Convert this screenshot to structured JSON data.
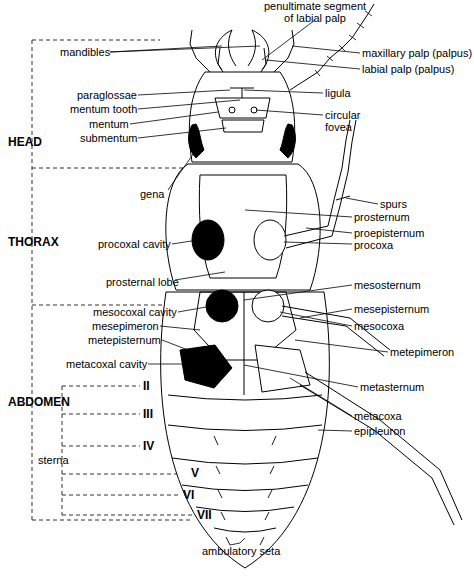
{
  "diagram": {
    "labels": [
      "penultimate segment of labial palp",
      "maxillary palp (palpus)",
      "labial palp (palpus)",
      "mandibles",
      "ligula",
      "paraglossae",
      "mentum tooth",
      "circular fovea",
      "mentum",
      "submentum",
      "HEAD",
      "gena",
      "spurs",
      "prosternum",
      "proepisternum",
      "procoxal cavity",
      "procoxa",
      "THORAX",
      "prosternal lobe",
      "mesosternum",
      "mesocoxal cavity",
      "mesepisternum",
      "mesepimeron",
      "mesocoxa",
      "metepisternum",
      "metepimeron",
      "metacoxal cavity",
      "metasternum",
      "II",
      "III",
      "IV",
      "V",
      "VI",
      "VII",
      "ABDOMEN",
      "sterna",
      "metacoxa",
      "epipleuron",
      "ambulatory seta"
    ]
  }
}
